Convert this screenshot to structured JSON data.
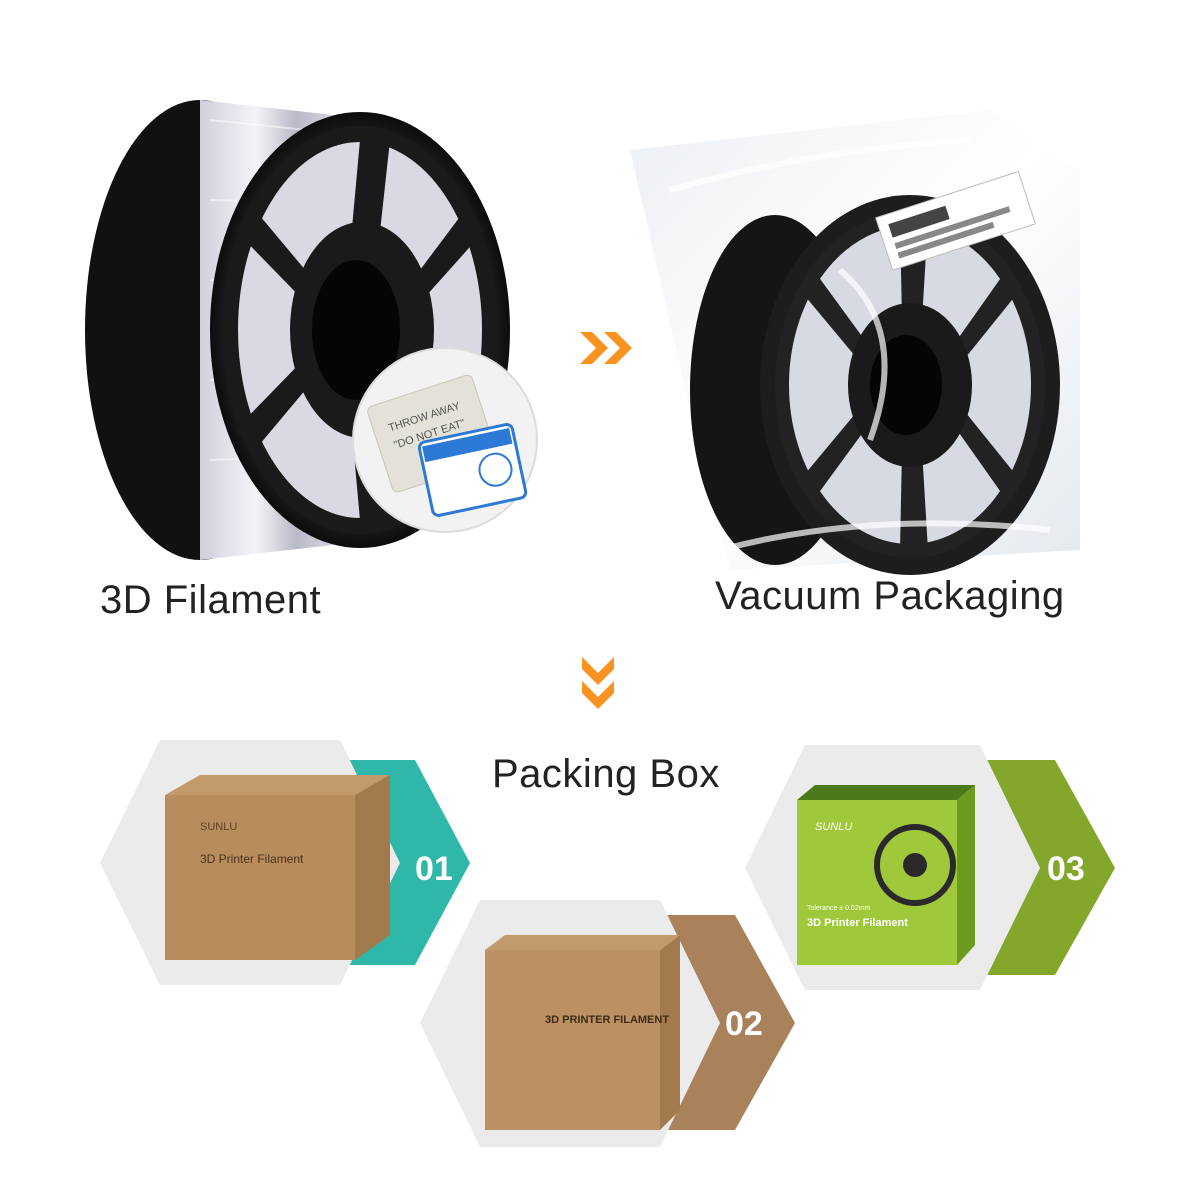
{
  "left_product": {
    "caption": "3D Filament"
  },
  "right_product": {
    "caption": "Vacuum Packaging"
  },
  "packing": {
    "caption": "Packing Box",
    "steps": [
      {
        "number": "01",
        "color": "#2fb7a9",
        "box_brand": "SUNLU",
        "box_title": "3D Printer Filament"
      },
      {
        "number": "02",
        "color": "#a9825c",
        "box_title": "3D PRINTER FILAMENT"
      },
      {
        "number": "03",
        "color": "#83a72a",
        "box_brand": "SUNLU",
        "box_title": "3D Printer Filament",
        "box_tolerance": "Tolerance ± 0.02mm"
      }
    ]
  },
  "accent_color": "#f7931e",
  "icons": [
    "double-chevron-right-icon",
    "double-chevron-down-icon"
  ]
}
